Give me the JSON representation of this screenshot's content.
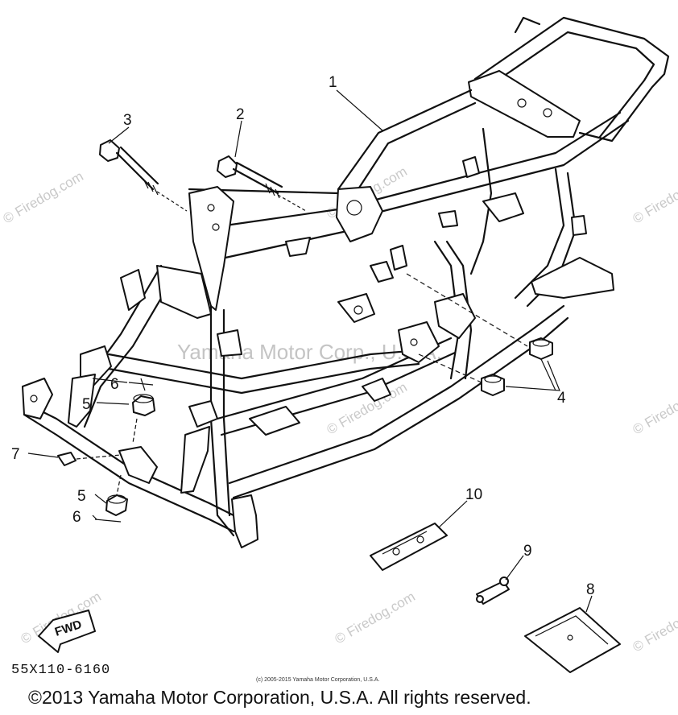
{
  "diagram": {
    "part_numbers": [
      "1",
      "2",
      "3",
      "4",
      "5",
      "5",
      "6",
      "6",
      "7",
      "8",
      "9",
      "10"
    ],
    "fwd_label": "FWD",
    "drawing_code": "55X110-6160",
    "small_copyright": "(c) 2005-2015 Yamaha Motor Corporation, U.S.A.",
    "main_copyright": "©2013 Yamaha Motor Corporation, U.S.A. All rights reserved.",
    "watermark_center": "Yamaha Motor Corp., U.S.A.",
    "watermark_site": "© Firedog.com"
  }
}
